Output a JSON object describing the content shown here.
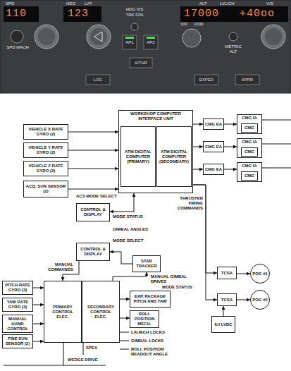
{
  "diagram": {
    "nodes": [
      {
        "text": [
          "VEHICLE X RATE GYRO (2)"
        ]
      },
      {
        "text": [
          "VEHICLE Y RATE GYRO (2)"
        ]
      },
      {
        "text": [
          "VEHICLE Z RATE GYRO (2)"
        ]
      },
      {
        "text": [
          "ACQ. SUN SENSOR (2)"
        ]
      },
      {
        "text": [
          "WORKSHOP COMPUTER INTERFACE UNIT"
        ]
      },
      {
        "text": [
          "ATM DIGITAL COMPUTER (PRIMARY)"
        ],
        "in": 4
      },
      {
        "text": [
          "ATM DIGITAL COMPUTER (SECONDARY)"
        ],
        "in": 4
      },
      {
        "text": [
          "CMG EA"
        ]
      },
      {
        "text": [
          "CMG EA"
        ]
      },
      {
        "text": [
          "CMG EA"
        ]
      },
      {
        "text": [
          "CMG IA"
        ]
      },
      {
        "text": [
          "CMG"
        ],
        "in": 10
      },
      {
        "text": [
          "CMG IA"
        ]
      },
      {
        "text": [
          "CMG"
        ],
        "in": 12
      },
      {
        "text": [
          "CMG IA"
        ]
      },
      {
        "text": [
          "CMG"
        ],
        "in": 14
      },
      {
        "text": [
          "CONTROL & DISPLAY"
        ]
      },
      {
        "text": [
          "CONTROL & DISPLAY"
        ]
      },
      {
        "text": [
          "STAR TRACKER"
        ]
      },
      {
        "text": [
          "PITCH RATE GYRO (3)"
        ]
      },
      {
        "text": [
          "YAW RATE GYRO (3)"
        ]
      },
      {
        "text": [
          "MANUAL HAND CONTROL"
        ]
      },
      {
        "text": [
          "FINE SUN SENSOR (2)"
        ]
      },
      {
        "text": [
          "PRIMARY CONTROL ELEC."
        ]
      },
      {
        "text": [
          "SECONDARY CONTROL ELEC."
        ]
      },
      {
        "text": [
          "EXP. PACKAGE PITCH AND YAW"
        ]
      },
      {
        "text": [
          "ROLL POSITION MECH."
        ]
      },
      {
        "text": [
          "TCSA"
        ]
      },
      {
        "text": [
          "TCSA"
        ]
      },
      {
        "text": [
          "POG #1"
        ]
      },
      {
        "text": [
          "POG #2"
        ]
      },
      {
        "text": [
          "IU/ LVDC"
        ]
      }
    ],
    "edges": [
      {
        "from": 0,
        "to": 4,
        "arrow": "to"
      },
      {
        "from": 1,
        "to": 4,
        "arrow": "to"
      },
      {
        "from": 2,
        "to": 4,
        "arrow": "to"
      },
      {
        "from": 3,
        "to": 4,
        "arrow": "to"
      },
      {
        "from": 4,
        "to": 7,
        "arrow": "to"
      },
      {
        "from": 4,
        "to": 8,
        "arrow": "to"
      },
      {
        "from": 4,
        "to": 9,
        "arrow": "to"
      },
      {
        "from": 7,
        "to": 10,
        "arrow": "to"
      },
      {
        "from": 8,
        "to": 12,
        "arrow": "to"
      },
      {
        "from": 9,
        "to": 14,
        "arrow": "to"
      },
      {
        "from": 16,
        "to": 4,
        "arrow": "both"
      },
      {
        "from": 18,
        "to": 17,
        "arrow": "to"
      },
      {
        "from": 17,
        "to": 23,
        "arrow": "to"
      },
      {
        "from": 19,
        "to": 23,
        "arrow": "to"
      },
      {
        "from": 20,
        "to": 23,
        "arrow": "to"
      },
      {
        "from": 21,
        "to": 23,
        "arrow": "to"
      },
      {
        "from": 22,
        "to": 23,
        "arrow": "to"
      },
      {
        "from": 24,
        "to": 25,
        "arrow": "to"
      },
      {
        "from": 24,
        "to": 26,
        "arrow": "to"
      },
      {
        "from": 4,
        "to": 27,
        "arrow": "to"
      },
      {
        "from": 4,
        "to": 28,
        "arrow": "to"
      },
      {
        "from": 27,
        "to": 29,
        "arrow": "to"
      },
      {
        "from": 28,
        "to": 30,
        "arrow": "to"
      },
      {
        "from": 31,
        "to": 28,
        "arrow": "to"
      },
      {
        "from": 24,
        "to": 18,
        "arrow": "to"
      }
    ],
    "labels": [
      "SPD",
      "HDG",
      "LAT",
      "110",
      "123",
      "HDG V/S",
      "TRK FPA",
      "ALT",
      "LVL/CH",
      "V/S",
      "17000",
      "+40oo",
      "SPD MACH",
      "100",
      "1000",
      "METRIC ALT",
      "AP1",
      "AP2",
      "A/THR",
      "LOC",
      "EXPED",
      "APPR",
      "ACS MODE SELECT",
      "MODE STATUS",
      "GIMBAL ANGLES",
      "MODE SELECT",
      "MANUAL COMMANDS",
      "MANUAL GIMBAL DRIVES",
      "MODE STATUS",
      "THRUSTER FIRING COMMANDS",
      "SPEA",
      "LAUNCH LOCKS",
      "GIMBAL LOCKS",
      "ROLL POSITION READOUT ANGLE",
      "WEDGE DRIVE"
    ]
  }
}
